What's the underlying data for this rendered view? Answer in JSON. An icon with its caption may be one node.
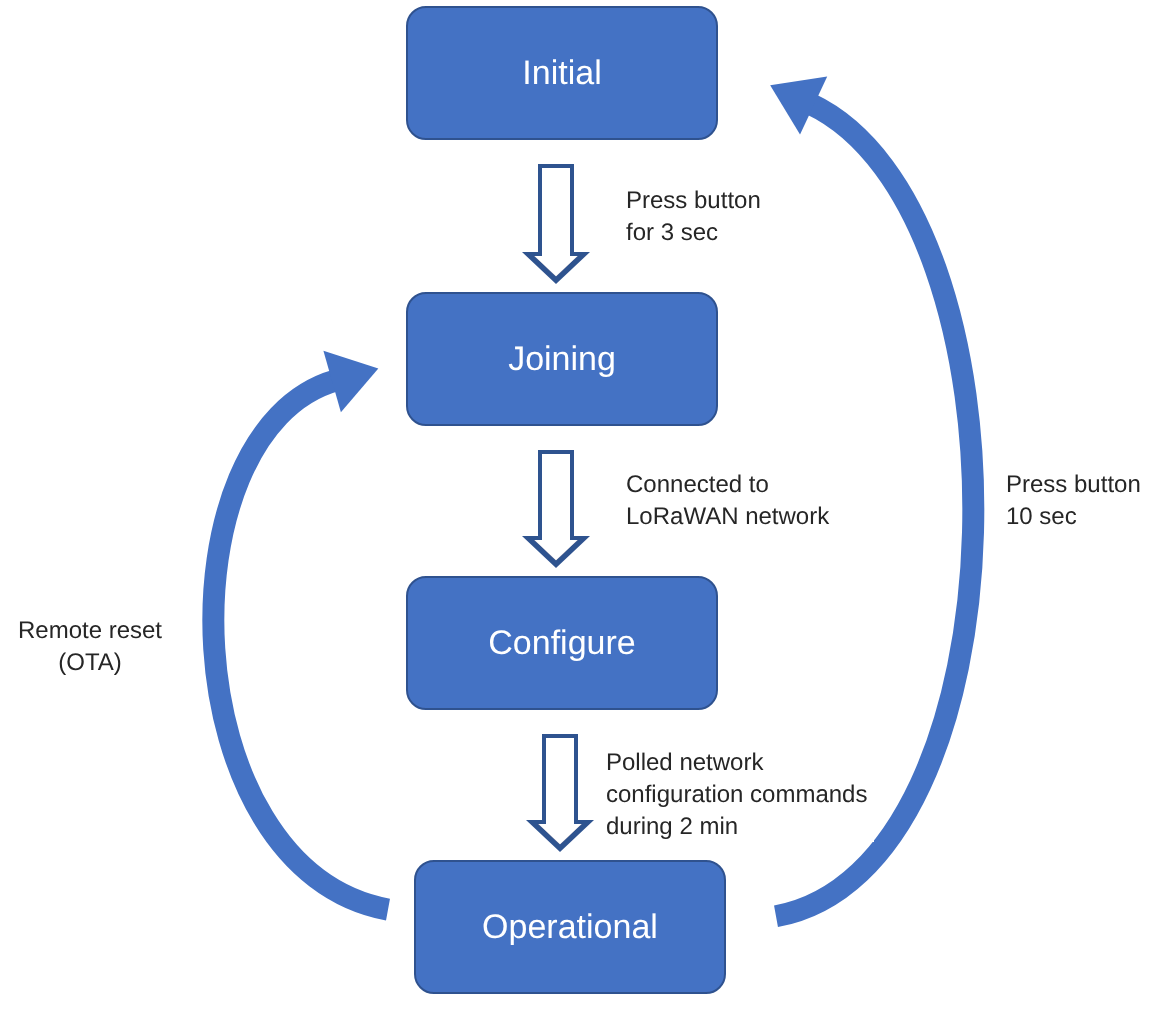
{
  "diagram": {
    "nodes": [
      {
        "text": [
          "Initial"
        ]
      },
      {
        "text": [
          "Joining"
        ]
      },
      {
        "text": [
          "Configure"
        ]
      },
      {
        "text": [
          "Operational"
        ]
      }
    ],
    "edges": [
      {
        "from": 0,
        "to": 1,
        "arrow": "to",
        "label": "Press button for 3 sec"
      },
      {
        "from": 1,
        "to": 2,
        "arrow": "to",
        "label": "Connected to LoRaWAN network"
      },
      {
        "from": 2,
        "to": 3,
        "arrow": "to",
        "label": "Polled network configuration commands during 2 min"
      },
      {
        "from": 3,
        "to": 1,
        "arrow": "to",
        "label": "Remote reset (OTA)",
        "color": "#4472c4"
      },
      {
        "from": 3,
        "to": 0,
        "arrow": "to",
        "label": "Press button 10 sec",
        "color": "#4472c4"
      }
    ]
  }
}
